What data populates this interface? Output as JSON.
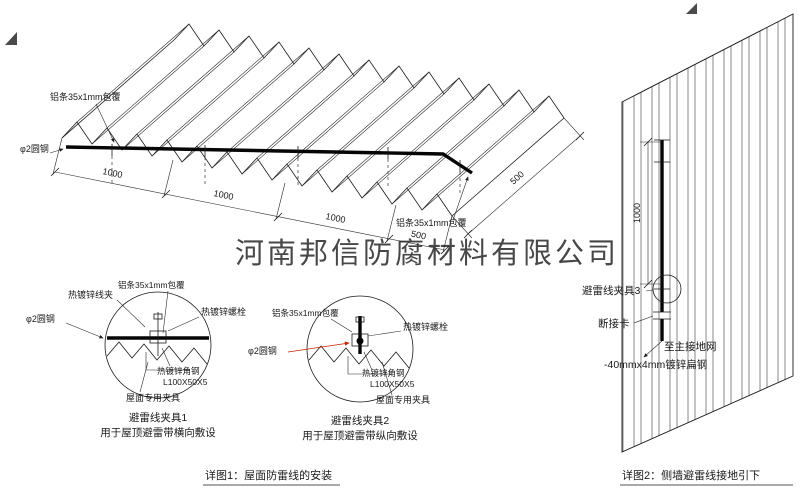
{
  "colors": {
    "ink": "#1a1a1a",
    "red": "#cc2200",
    "watermark": "#a8a8a8"
  },
  "watermark": {
    "text": "河南邦信防腐材料有限公司"
  },
  "roof": {
    "label_strip_left": "铝条35x1mm包覆",
    "label_round_steel": "φ2圆钢",
    "label_strip_right": "铝条35x1mm包覆",
    "dims": [
      "1000",
      "1000",
      "1000",
      "500"
    ],
    "dim_side": "500"
  },
  "detail1": {
    "label_wire_clip": "热镀锌线夹",
    "label_strip": "铝条35x1mm包覆",
    "label_bolt": "热镀锌螺栓",
    "label_round_steel": "φ2圆钢",
    "label_angle": "热镀锌角钢",
    "label_angle_spec": "L100X50X5",
    "label_roof_clamp": "屋面专用夹具",
    "title": "避雷线夹具1",
    "subtitle": "用于屋顶避雷带横向敷设"
  },
  "detail2": {
    "label_strip": "铝条35x1mm包覆",
    "label_bolt": "热镀锌螺栓",
    "label_round_steel": "φ2圆钢",
    "label_angle": "热镀锌角钢",
    "label_angle_spec": "L100X50X5",
    "label_roof_clamp": "屋面专用夹具",
    "title": "避雷线夹具2",
    "subtitle": "用于屋顶避雷带纵向敷设"
  },
  "wall": {
    "dim": "1000",
    "label_clamp3": "避雷线夹具3",
    "label_disconnect": "断接卡",
    "label_to_ground": "至主接地网",
    "label_flat_steel": "-40mmx4mm镀锌扁钢"
  },
  "captions": {
    "left": "详图1：屋面防雷线的安装",
    "right": "详图2：侧墙避雷线接地引下"
  }
}
